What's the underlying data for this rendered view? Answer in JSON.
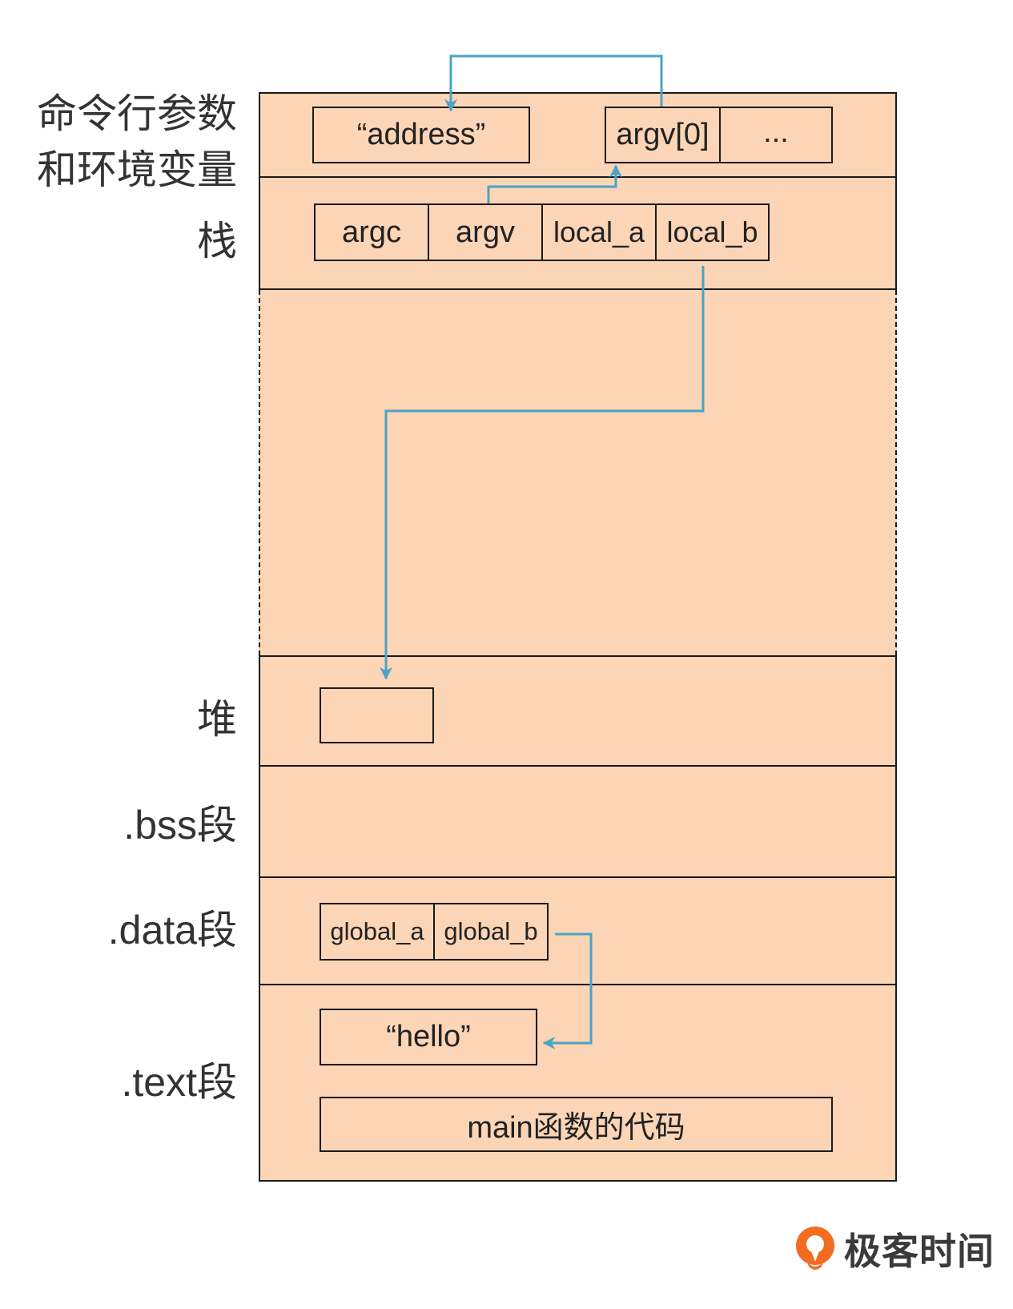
{
  "colors": {
    "segment_fill": "#fbd5b6",
    "border": "#1a1a1a",
    "arrow": "#4aa4c4",
    "logo": "#f26c22"
  },
  "segments": {
    "args": {
      "label_line1": "命令行参数",
      "label_line2": "和环境变量",
      "address_string": "“address”",
      "argv0": "argv[0]",
      "ellipsis": "..."
    },
    "stack": {
      "label": "栈",
      "cells": [
        "argc",
        "argv",
        "local_a",
        "local_b"
      ]
    },
    "heap": {
      "label": "堆"
    },
    "bss": {
      "label": ".bss段"
    },
    "data": {
      "label": ".data段",
      "cells": [
        "global_a",
        "global_b"
      ]
    },
    "text": {
      "label": ".text段",
      "hello_string": "“hello”",
      "main_code": "main函数的代码"
    }
  },
  "watermark": {
    "logo_icon": "geektime-logo-icon",
    "brand": "极客时间"
  }
}
